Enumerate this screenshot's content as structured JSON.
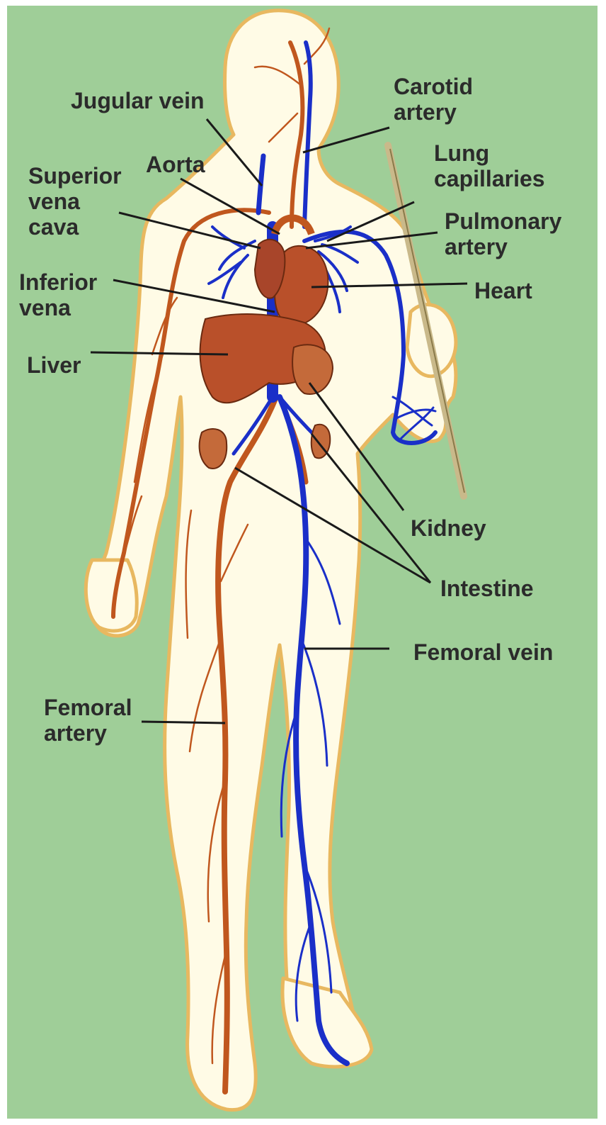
{
  "colors": {
    "background": "#9fce98",
    "frame": "#ffffff",
    "body_fill": "#fffbe6",
    "body_outline": "#e8b860",
    "artery": "#c0571e",
    "vein": "#1a2fc8",
    "organ": "#b9502a",
    "leader_line": "#1a1a1a",
    "label_text": "#2b2b2b"
  },
  "labels": {
    "jugular_vein": [
      "Jugular vein"
    ],
    "carotid_artery": [
      "Carotid",
      "artery"
    ],
    "aorta": [
      "Aorta"
    ],
    "lung_capillaries": [
      "Lung",
      "capillaries"
    ],
    "superior_vena_cava": [
      "Superior",
      "vena",
      "cava"
    ],
    "pulmonary_artery": [
      "Pulmonary",
      "artery"
    ],
    "inferior_vena": [
      "Inferior",
      "vena"
    ],
    "heart": [
      "Heart"
    ],
    "liver": [
      "Liver"
    ],
    "kidney": [
      "Kidney"
    ],
    "intestine": [
      "Intestine"
    ],
    "femoral_vein": [
      "Femoral vein"
    ],
    "femoral_artery": [
      "Femoral",
      "artery"
    ]
  }
}
